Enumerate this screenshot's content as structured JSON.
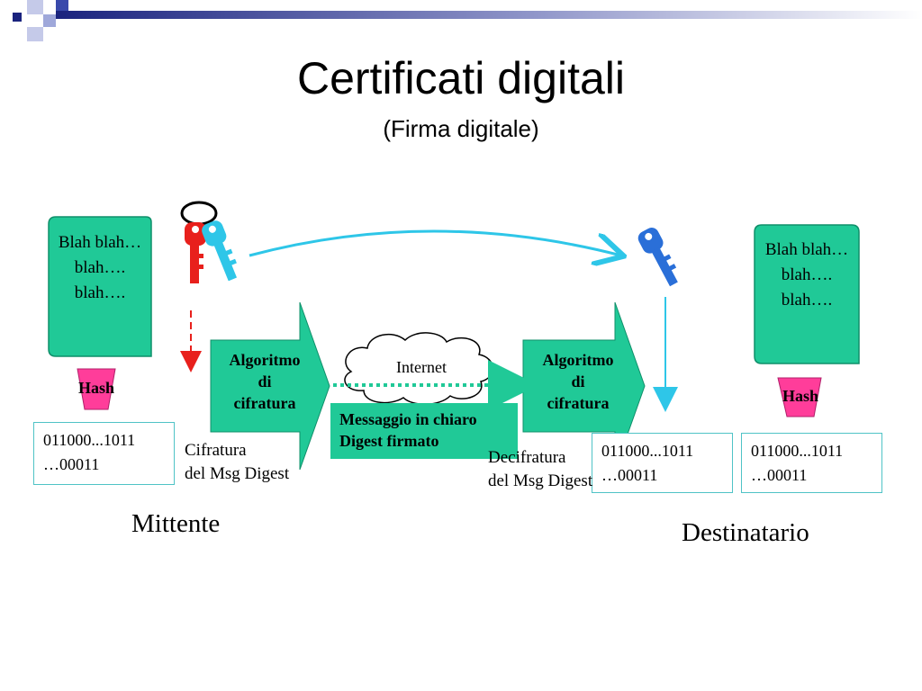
{
  "slide": {
    "title": "Certificati digitali",
    "subtitle": "(Firma digitale)"
  },
  "sender": {
    "document_lines": [
      "Blah blah…",
      "blah….",
      "blah…."
    ],
    "hash_label": "Hash",
    "binary_lines": [
      "011000...1011",
      "…00011"
    ],
    "step_label_lines": [
      "Cifratura",
      "del Msg Digest"
    ],
    "name": "Mittente"
  },
  "encrypt_algorithm": {
    "lines": [
      "Algoritmo",
      "di",
      "cifratura"
    ]
  },
  "network": {
    "cloud_label": "Internet",
    "message_lines": [
      "Messaggio in chiaro",
      "Digest firmato"
    ]
  },
  "decrypt_algorithm": {
    "lines": [
      "Algoritmo",
      "di",
      "cifratura"
    ]
  },
  "receiver": {
    "document_lines": [
      "Blah blah…",
      "blah….",
      "blah…."
    ],
    "hash_label": "Hash",
    "binary_decrypted_lines": [
      "011000...1011",
      "…00011"
    ],
    "binary_hash_lines": [
      "011000...1011",
      "…00011"
    ],
    "step_label_lines": [
      "Decifratura",
      "del Msg Digest"
    ],
    "name": "Destinatario"
  },
  "colors": {
    "teal": "#20c997",
    "pink": "#ff3d9a",
    "red_key": "#e8201c",
    "cyan": "#2ec6e8",
    "blue_key": "#2a6fd8",
    "box_border": "#4fc3c6",
    "corner_navy": "#1a237e"
  }
}
